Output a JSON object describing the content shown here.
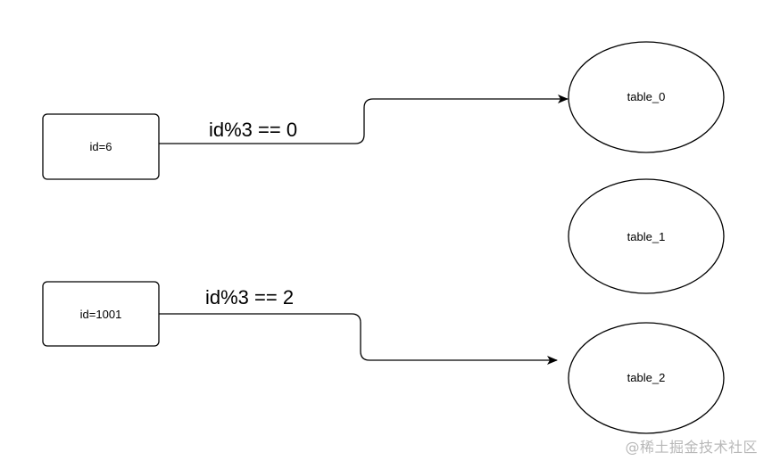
{
  "nodes": {
    "id_6": "id=6",
    "id_1001": "id=1001",
    "table_0": "table_0",
    "table_1": "table_1",
    "table_2": "table_2"
  },
  "edges": {
    "to_table_0": "id%3 == 0",
    "to_table_2": "id%3 == 2"
  },
  "watermark": "@稀土掘金技术社区"
}
